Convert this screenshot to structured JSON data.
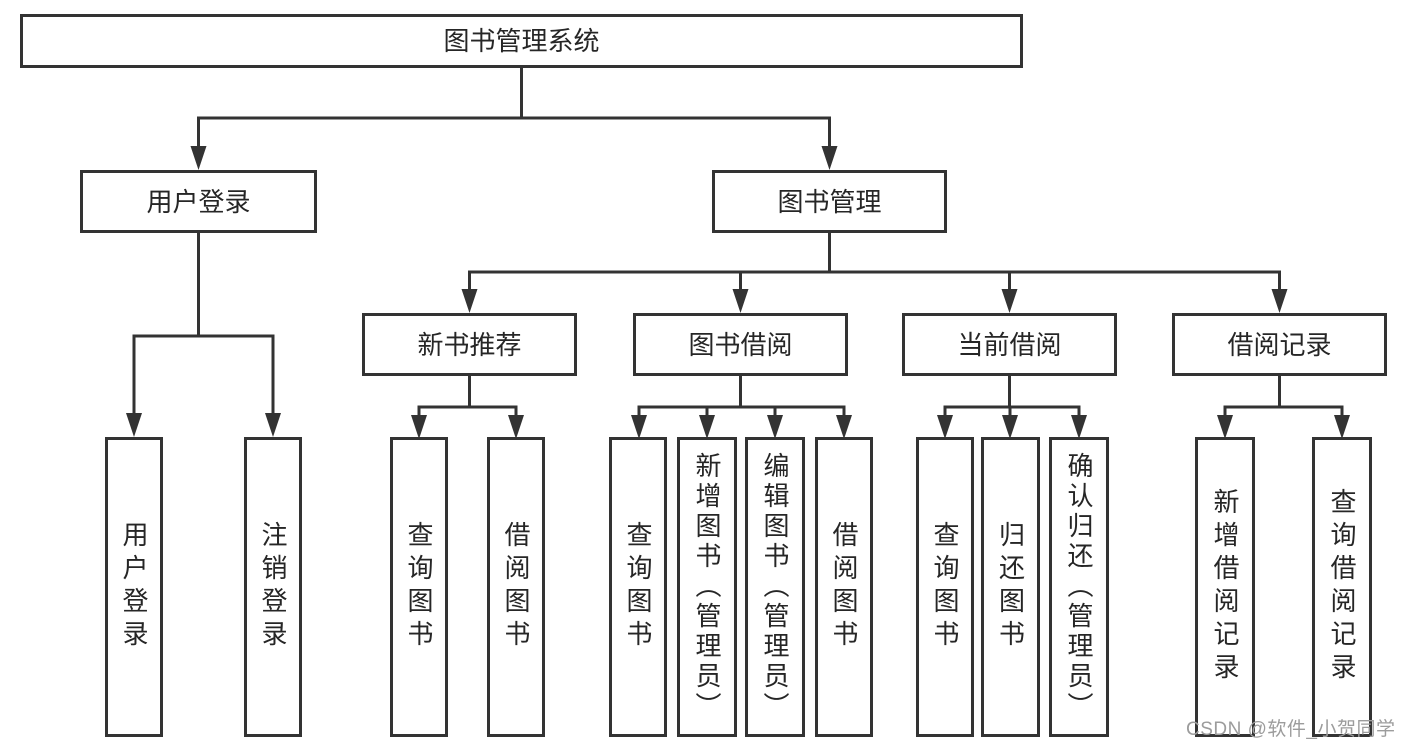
{
  "diagram": {
    "root_label": "图书管理系统",
    "level1": [
      {
        "label": "用户登录",
        "children": [
          {
            "label": "用户登录"
          },
          {
            "label": "注销登录"
          }
        ]
      },
      {
        "label": "图书管理",
        "groups": [
          {
            "label": "新书推荐",
            "children": [
              {
                "label": "查询图书"
              },
              {
                "label": "借阅图书"
              }
            ]
          },
          {
            "label": "图书借阅",
            "children": [
              {
                "label": "查询图书"
              },
              {
                "label": "新增图书（管理员）"
              },
              {
                "label": "编辑图书（管理员）"
              },
              {
                "label": "借阅图书"
              }
            ]
          },
          {
            "label": "当前借阅",
            "children": [
              {
                "label": "查询图书"
              },
              {
                "label": "归还图书"
              },
              {
                "label": "确认归还（管理员）"
              }
            ]
          },
          {
            "label": "借阅记录",
            "children": [
              {
                "label": "新增借阅记录"
              },
              {
                "label": "查询借阅记录"
              }
            ]
          }
        ]
      }
    ]
  },
  "watermark": {
    "text": "CSDN @软件_小贺同学"
  },
  "colors": {
    "line": "#333333",
    "text": "#262626",
    "watermark": "#9c9c9c",
    "background": "#ffffff"
  }
}
